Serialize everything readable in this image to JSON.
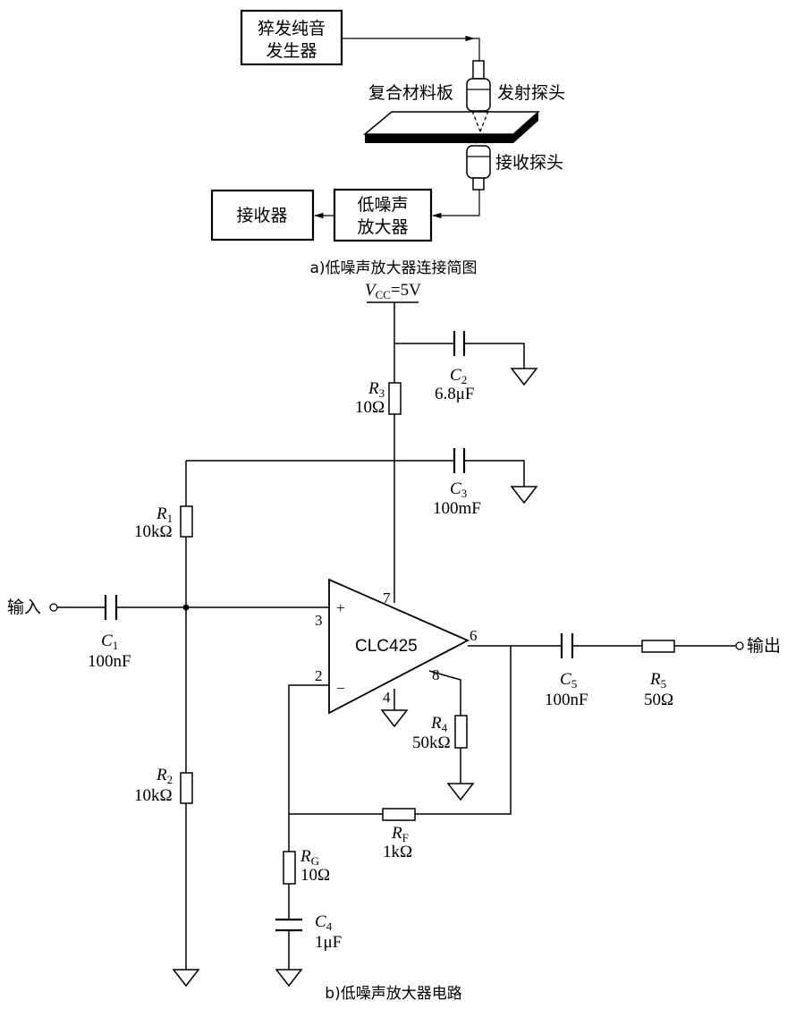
{
  "part_a": {
    "caption": "a)低噪声放大器连接简图",
    "pulser_line1": "猝发纯音",
    "pulser_line2": "发生器",
    "plate": "复合材料板",
    "transmit_probe": "发射探头",
    "receive_probe": "接收探头",
    "lna_line1": "低噪声",
    "lna_line2": "放大器",
    "receiver": "接收器"
  },
  "part_b": {
    "caption": "b)低噪声放大器电路",
    "vcc": {
      "sym": "V",
      "sub": "CC",
      "value": "=5V"
    },
    "input": "输入",
    "output": "输出",
    "amp": {
      "name": "CLC425",
      "plus": "+",
      "minus": "−",
      "pin3": "3",
      "pin2": "2",
      "pin7": "7",
      "pin6": "6",
      "pin4": "4",
      "pin8": "8"
    },
    "C1": {
      "sym": "C",
      "sub": "1",
      "value": "100nF"
    },
    "C2": {
      "sym": "C",
      "sub": "2",
      "value": "6.8μF"
    },
    "C3": {
      "sym": "C",
      "sub": "3",
      "value": "100mF"
    },
    "C4": {
      "sym": "C",
      "sub": "4",
      "value": "1μF"
    },
    "C5": {
      "sym": "C",
      "sub": "5",
      "value": "100nF"
    },
    "R1": {
      "sym": "R",
      "sub": "1",
      "value": "10kΩ"
    },
    "R2": {
      "sym": "R",
      "sub": "2",
      "value": "10kΩ"
    },
    "R3": {
      "sym": "R",
      "sub": "3",
      "value": "10Ω"
    },
    "R4": {
      "sym": "R",
      "sub": "4",
      "value": "50kΩ"
    },
    "R5": {
      "sym": "R",
      "sub": "5",
      "value": "50Ω"
    },
    "RF": {
      "sym": "R",
      "sub": "F",
      "value": "1kΩ"
    },
    "RG": {
      "sym": "R",
      "sub": "G",
      "value": "10Ω"
    }
  }
}
